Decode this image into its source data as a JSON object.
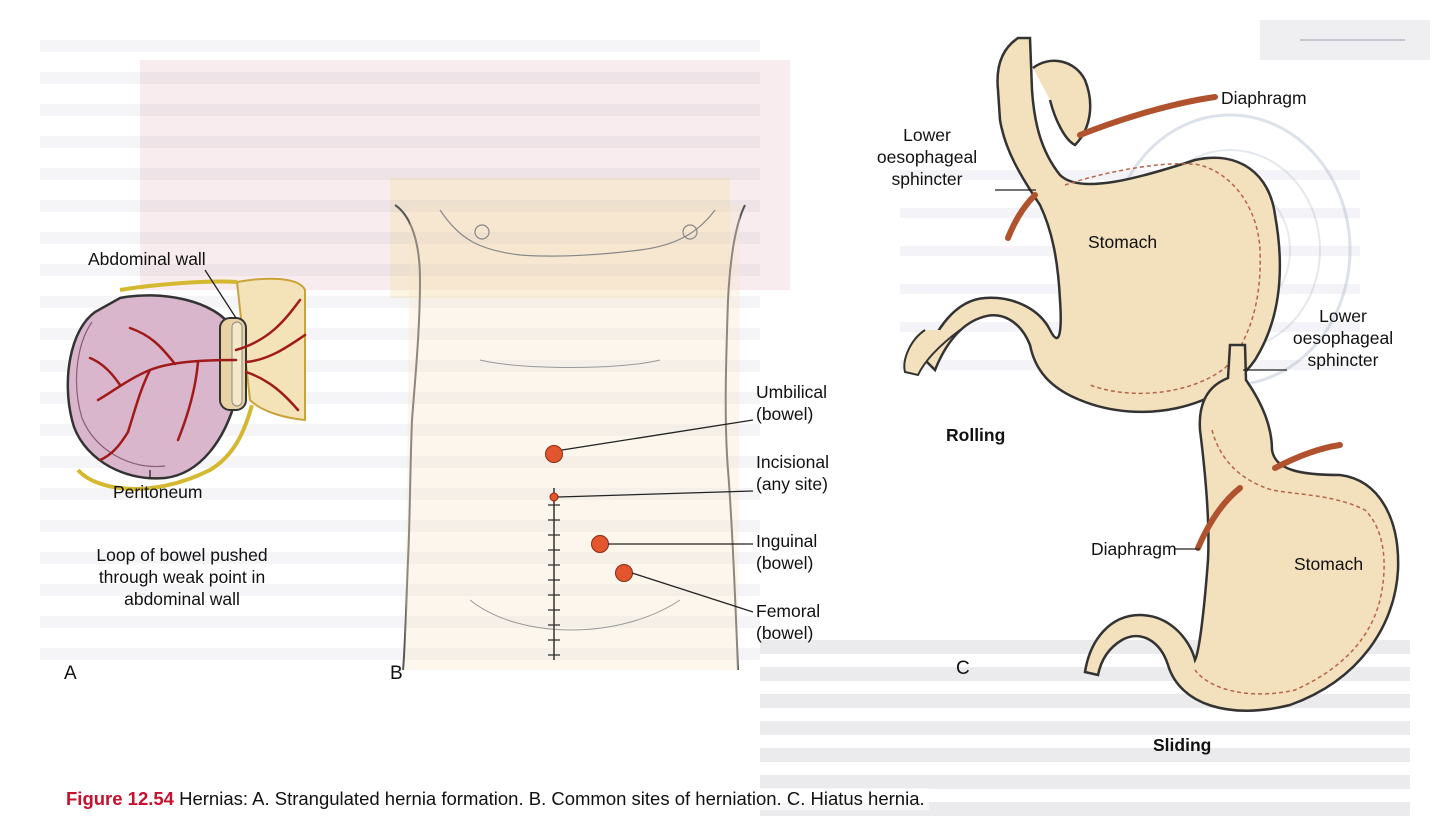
{
  "figure": {
    "number": "Figure 12.54",
    "caption": "Hernias: A. Strangulated hernia formation. B. Common sites of herniation. C. Hiatus hernia."
  },
  "panel_a": {
    "letter": "A",
    "labels": {
      "abdominal_wall": "Abdominal wall",
      "peritoneum": "Peritoneum",
      "loop_line1": "Loop of bowel pushed",
      "loop_line2": "through weak point in",
      "loop_line3": "abdominal wall"
    }
  },
  "panel_b": {
    "letter": "B",
    "sites": [
      {
        "name": "Umbilical",
        "note": "(bowel)"
      },
      {
        "name": "Incisional",
        "note": "(any site)"
      },
      {
        "name": "Inguinal",
        "note": "(bowel)"
      },
      {
        "name": "Femoral",
        "note": "(bowel)"
      }
    ]
  },
  "panel_c": {
    "letter": "C",
    "rolling": {
      "title": "Rolling",
      "diaphragm": "Diaphragm",
      "sphincter_line1": "Lower",
      "sphincter_line2": "oesophageal",
      "sphincter_line3": "sphincter",
      "stomach": "Stomach"
    },
    "sliding": {
      "title": "Sliding",
      "diaphragm": "Diaphragm",
      "sphincter_line1": "Lower",
      "sphincter_line2": "oesophageal",
      "sphincter_line3": "sphincter",
      "stomach": "Stomach"
    }
  },
  "colors": {
    "caption_red": "#c8102e",
    "site_marker": "#e2552e",
    "bowel_fill": "#d9b6cc",
    "vessel_red": "#a01a1a",
    "skin_fill": "#f5e6c8",
    "stomach_fill": "#f3e0bd",
    "stomach_outline": "#333333",
    "diaphragm_brown": "#b0522e"
  }
}
